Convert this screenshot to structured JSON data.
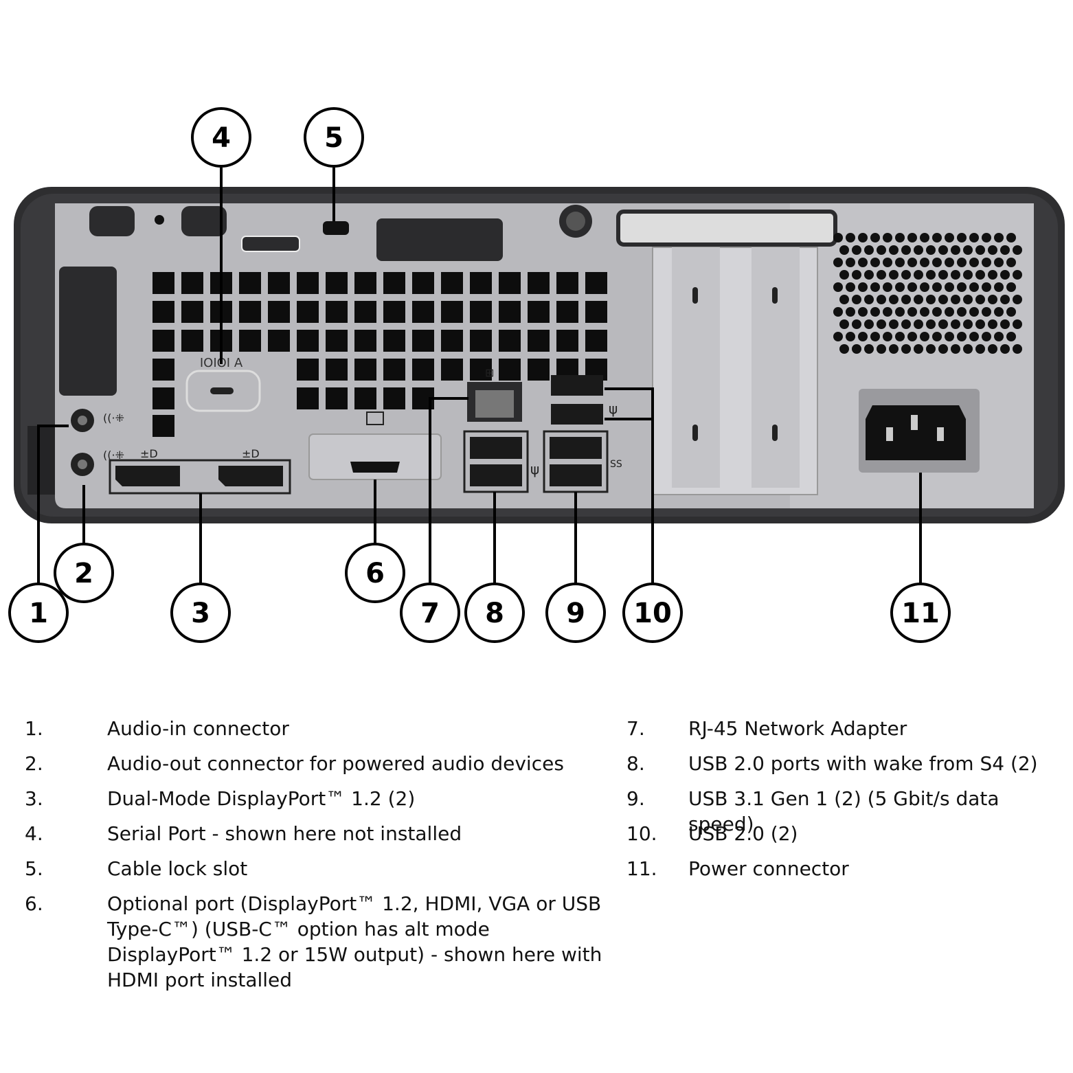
{
  "callouts": [
    "1",
    "2",
    "3",
    "4",
    "5",
    "6",
    "7",
    "8",
    "9",
    "10",
    "11"
  ],
  "legend": [
    {
      "num": "1.",
      "text": "Audio-in connector"
    },
    {
      "num": "2.",
      "text": "Audio-out connector for powered audio devices"
    },
    {
      "num": "3.",
      "text": "Dual-Mode DisplayPort™ 1.2 (2)"
    },
    {
      "num": "4.",
      "text": "Serial Port - shown here not installed"
    },
    {
      "num": "5.",
      "text": "Cable lock slot"
    },
    {
      "num": "6.",
      "text": "Optional port (DisplayPort™ 1.2, HDMI, VGA or USB Type-C™) (USB-C™ option has alt mode DisplayPort™ 1.2 or 15W output) - shown here with HDMI port installed"
    },
    {
      "num": "7.",
      "text": "RJ-45 Network Adapter"
    },
    {
      "num": "8.",
      "text": "USB 2.0 ports with wake from S4 (2)"
    },
    {
      "num": "9.",
      "text": "USB 3.1 Gen 1 (2) (5 Gbit/s data speed)"
    },
    {
      "num": "10.",
      "text": "USB 2.0 (2)"
    },
    {
      "num": "11.",
      "text": "Power connector"
    }
  ],
  "panel_labels": {
    "serial_port_label": "IOIOI A"
  },
  "colors": {
    "chassis": "#2e2e30",
    "panel": "#b8b8bc",
    "vent": "#0d0d0d",
    "callout_line": "#000000"
  },
  "icons": {
    "audio_in": "audio-in-icon",
    "audio_out": "headphone-icon",
    "displayport": "displayport-icon",
    "network": "network-icon",
    "usb": "usb-icon",
    "ss_usb": "superspeed-usb-icon"
  }
}
